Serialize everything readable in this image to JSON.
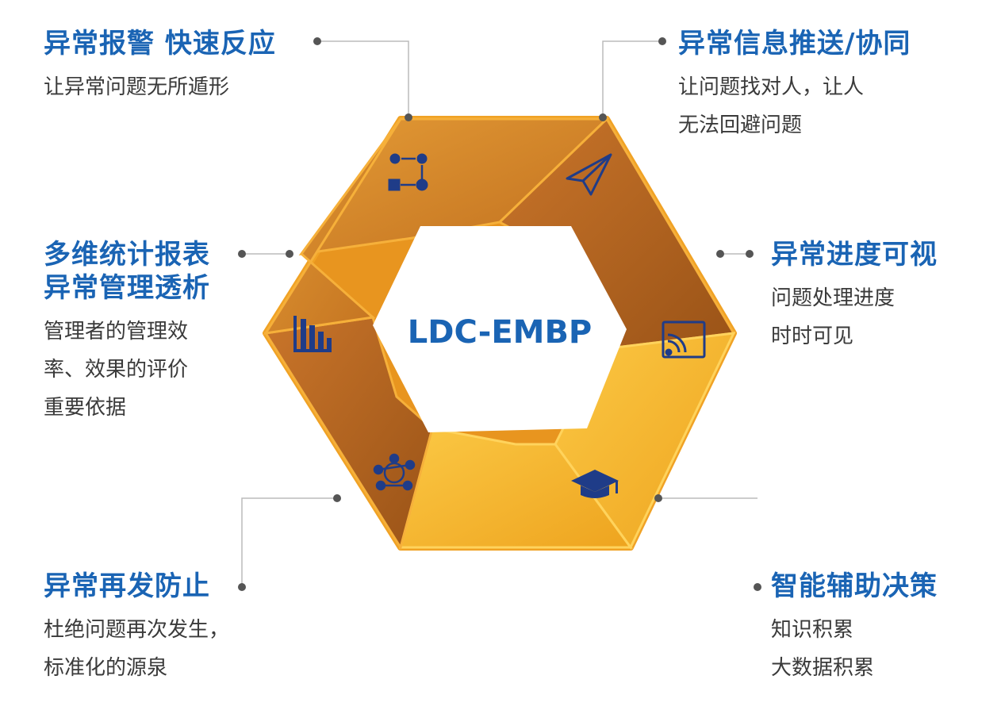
{
  "center": {
    "title": "LDC-EMBP"
  },
  "items": [
    {
      "title": "异常报警 快速反应",
      "desc": "让异常问题无所遁形"
    },
    {
      "title": "异常信息推送/协同",
      "desc": "让问题找对人，让人\n无法回避问题"
    },
    {
      "title": "多维统计报表\n异常管理透析",
      "desc": "管理者的管理效\n率、效果的评价\n重要依据"
    },
    {
      "title": "异常进度可视",
      "desc": "问题处理进度\n时时可见"
    },
    {
      "title": "异常再发防止",
      "desc": "杜绝问题再次发生，\n标准化的源泉"
    },
    {
      "title": "智能辅助决策",
      "desc": "知识积累\n大数据积累"
    }
  ],
  "colors": {
    "title_blue": "#1a64b4",
    "desc_gray": "#3a3a3a",
    "petal_dark": "#b8651f",
    "petal_mid": "#d8872a",
    "petal_light": "#f3b52b",
    "icon_navy": "#1f3c88"
  },
  "icons": [
    "flow-icon",
    "paper-plane-icon",
    "bar-chart-icon",
    "cast-icon",
    "network-icon",
    "graduation-cap-icon"
  ]
}
